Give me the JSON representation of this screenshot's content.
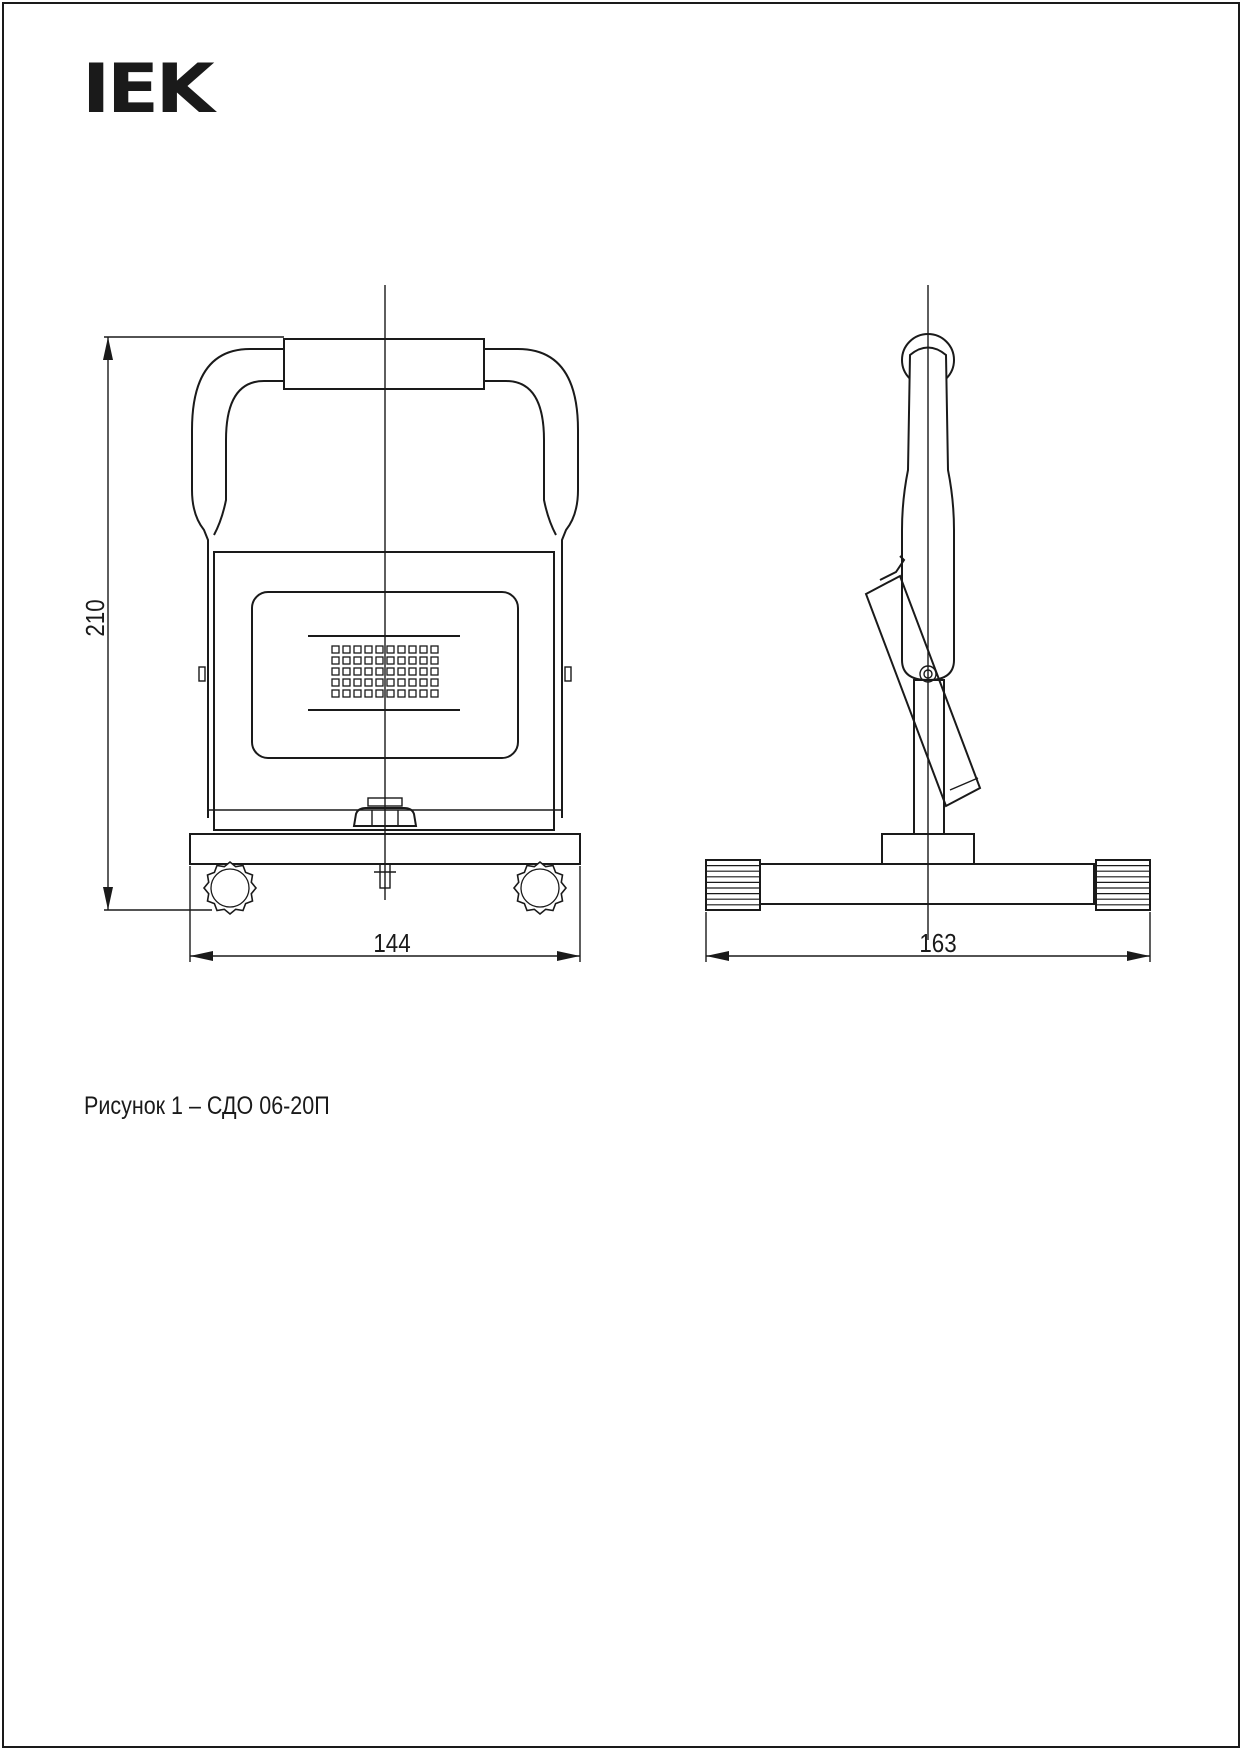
{
  "logo": {
    "text": "IEK",
    "icon": "iek-logo"
  },
  "dimensions": {
    "front_height": "210",
    "front_width": "144",
    "side_width": "163"
  },
  "caption": "Рисунок 1 – СДО 06-20П"
}
